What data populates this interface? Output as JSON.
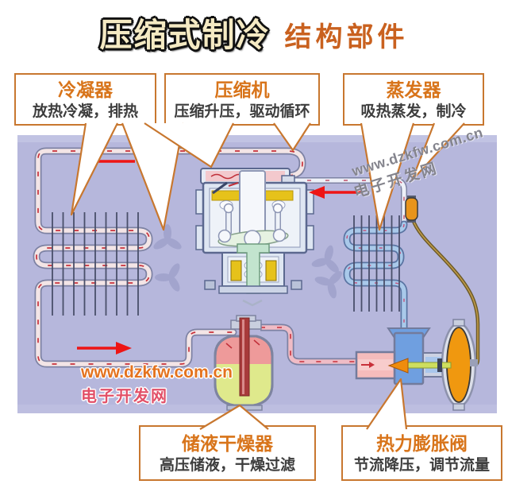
{
  "page": {
    "title_main": "压缩式制冷",
    "title_sub": "结构部件"
  },
  "callouts": [
    {
      "title": "冷凝器",
      "desc": "放热冷凝，排热"
    },
    {
      "title": "压缩机",
      "desc": "压缩升压，驱动循环"
    },
    {
      "title": "蒸发器",
      "desc": "吸热蒸发，制冷"
    },
    {
      "title": "储液干燥器",
      "desc": "高压储液，干燥过滤"
    },
    {
      "title": "热力膨胀阀",
      "desc": "节流降压，调节流量"
    }
  ],
  "watermark": {
    "url": "www.dzkfw.com.cn",
    "site_name": "电子开发网"
  },
  "diagram": {
    "components": [
      "冷凝器",
      "压缩机",
      "蒸发器",
      "储液干燥器",
      "热力膨胀阀"
    ],
    "flow_arrows": [
      {
        "direction": "left",
        "location": "top-discharge-line"
      },
      {
        "direction": "left",
        "location": "suction-line"
      },
      {
        "direction": "right",
        "location": "bottom-liquid-line"
      }
    ],
    "colors": {
      "diagram_bg": "#b6b7dc",
      "accent_orange": "#c8772f",
      "callout_title": "#d8741a",
      "callout_desc": "#3d3d3d",
      "title_fill": "#f5eac3",
      "title_sub": "#c9611f",
      "arrow_red": "#ee1515",
      "condenser_tube": "#f3e5e6",
      "evaporator_tube": "#a9c9ea",
      "receiver_tank_pink": "#ee9a9a",
      "desiccant_green": "#dfe98c",
      "valve_body_blue": "#6f9fe0",
      "diaphragm_orange": "#f0980f",
      "capillary_brown": "#6b5a28",
      "sensing_bulb": "#e8941c",
      "compressor_body": "#dee6f2",
      "valve_plate_yellow": "#e6c21a",
      "swash_plate_green": "#c2e4ce",
      "watermark_gray": "#84848d",
      "watermark_orange": "#e4731f",
      "watermark_pink": "#e25068"
    }
  }
}
